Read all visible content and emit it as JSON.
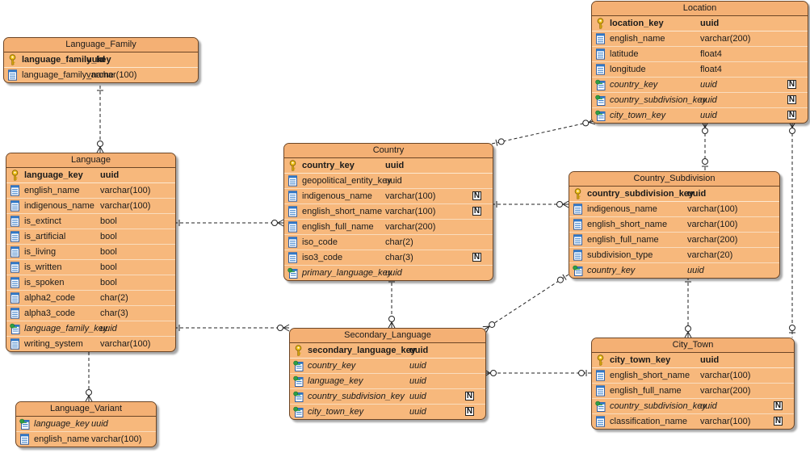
{
  "entities": {
    "language_family": {
      "title": "Language_Family",
      "columns": [
        {
          "name": "language_family_key",
          "type": "uuid",
          "kind": "pk",
          "icon": "key-icon"
        },
        {
          "name": "language_family_name",
          "type": "varchar(100)",
          "kind": "col",
          "icon": "column-icon"
        }
      ]
    },
    "language": {
      "title": "Language",
      "columns": [
        {
          "name": "language_key",
          "type": "uuid",
          "kind": "pk",
          "icon": "key-icon"
        },
        {
          "name": "english_name",
          "type": "varchar(100)",
          "kind": "col",
          "icon": "column-icon"
        },
        {
          "name": "indigenous_name",
          "type": "varchar(100)",
          "kind": "col",
          "icon": "column-icon"
        },
        {
          "name": "is_extinct",
          "type": "bool",
          "kind": "col",
          "icon": "column-icon"
        },
        {
          "name": "is_artificial",
          "type": "bool",
          "kind": "col",
          "icon": "column-icon"
        },
        {
          "name": "is_living",
          "type": "bool",
          "kind": "col",
          "icon": "column-icon"
        },
        {
          "name": "is_written",
          "type": "bool",
          "kind": "col",
          "icon": "column-icon"
        },
        {
          "name": "is_spoken",
          "type": "bool",
          "kind": "col",
          "icon": "column-icon"
        },
        {
          "name": "alpha2_code",
          "type": "char(2)",
          "kind": "col",
          "icon": "column-icon"
        },
        {
          "name": "alpha3_code",
          "type": "char(3)",
          "kind": "col",
          "icon": "column-icon"
        },
        {
          "name": "language_family_key",
          "type": "uuid",
          "kind": "fk",
          "icon": "foreign-key-icon"
        },
        {
          "name": "writing_system",
          "type": "varchar(100)",
          "kind": "col",
          "icon": "column-icon"
        }
      ]
    },
    "language_variant": {
      "title": "Language_Variant",
      "columns": [
        {
          "name": "language_key",
          "type": "uuid",
          "kind": "fk",
          "icon": "foreign-key-icon"
        },
        {
          "name": "english_name",
          "type": "varchar(100)",
          "kind": "col",
          "icon": "column-icon"
        }
      ]
    },
    "country": {
      "title": "Country",
      "columns": [
        {
          "name": "country_key",
          "type": "uuid",
          "kind": "pk",
          "icon": "key-icon"
        },
        {
          "name": "geopolitical_entity_key",
          "type": "uuid",
          "kind": "col",
          "icon": "column-icon"
        },
        {
          "name": "indigenous_name",
          "type": "varchar(100)",
          "kind": "col",
          "icon": "column-icon",
          "nullable": "N"
        },
        {
          "name": "english_short_name",
          "type": "varchar(100)",
          "kind": "col",
          "icon": "column-icon",
          "nullable": "N"
        },
        {
          "name": "english_full_name",
          "type": "varchar(200)",
          "kind": "col",
          "icon": "column-icon"
        },
        {
          "name": "iso_code",
          "type": "char(2)",
          "kind": "col",
          "icon": "column-icon"
        },
        {
          "name": "iso3_code",
          "type": "char(3)",
          "kind": "col",
          "icon": "column-icon",
          "nullable": "N"
        },
        {
          "name": "primary_language_key",
          "type": "uuid",
          "kind": "fk",
          "icon": "foreign-key-icon"
        }
      ]
    },
    "secondary_language": {
      "title": "Secondary_Language",
      "columns": [
        {
          "name": "secondary_language_key",
          "type": "uuid",
          "kind": "pk",
          "icon": "key-icon"
        },
        {
          "name": "country_key",
          "type": "uuid",
          "kind": "fk",
          "icon": "foreign-key-icon"
        },
        {
          "name": "language_key",
          "type": "uuid",
          "kind": "fk",
          "icon": "foreign-key-icon"
        },
        {
          "name": "country_subdivision_key",
          "type": "uuid",
          "kind": "fk",
          "icon": "foreign-key-icon",
          "nullable": "N"
        },
        {
          "name": "city_town_key",
          "type": "uuid",
          "kind": "fk",
          "icon": "foreign-key-icon",
          "nullable": "N"
        }
      ]
    },
    "location": {
      "title": "Location",
      "columns": [
        {
          "name": "location_key",
          "type": "uuid",
          "kind": "pk",
          "icon": "key-icon"
        },
        {
          "name": "english_name",
          "type": "varchar(200)",
          "kind": "col",
          "icon": "column-icon"
        },
        {
          "name": "latitude",
          "type": "float4",
          "kind": "col",
          "icon": "column-icon"
        },
        {
          "name": "longitude",
          "type": "float4",
          "kind": "col",
          "icon": "column-icon"
        },
        {
          "name": "country_key",
          "type": "uuid",
          "kind": "fk",
          "icon": "foreign-key-icon",
          "nullable": "N"
        },
        {
          "name": "country_subdivision_key",
          "type": "uuid",
          "kind": "fk",
          "icon": "foreign-key-icon",
          "nullable": "N"
        },
        {
          "name": "city_town_key",
          "type": "uuid",
          "kind": "fk",
          "icon": "foreign-key-icon",
          "nullable": "N"
        }
      ]
    },
    "country_subdivision": {
      "title": "Country_Subdivision",
      "columns": [
        {
          "name": "country_subdivision_key",
          "type": "uuid",
          "kind": "pk",
          "icon": "key-icon"
        },
        {
          "name": "indigenous_name",
          "type": "varchar(100)",
          "kind": "col",
          "icon": "column-icon"
        },
        {
          "name": "english_short_name",
          "type": "varchar(100)",
          "kind": "col",
          "icon": "column-icon"
        },
        {
          "name": "english_full_name",
          "type": "varchar(200)",
          "kind": "col",
          "icon": "column-icon"
        },
        {
          "name": "subdivision_type",
          "type": "varchar(20)",
          "kind": "col",
          "icon": "column-icon"
        },
        {
          "name": "country_key",
          "type": "uuid",
          "kind": "fk",
          "icon": "foreign-key-icon"
        }
      ]
    },
    "city_town": {
      "title": "City_Town",
      "columns": [
        {
          "name": "city_town_key",
          "type": "uuid",
          "kind": "pk",
          "icon": "key-icon"
        },
        {
          "name": "english_short_name",
          "type": "varchar(100)",
          "kind": "col",
          "icon": "column-icon"
        },
        {
          "name": "english_full_name",
          "type": "varchar(200)",
          "kind": "col",
          "icon": "column-icon"
        },
        {
          "name": "country_subdivision_key",
          "type": "uuid",
          "kind": "fk",
          "icon": "foreign-key-icon",
          "nullable": "N"
        },
        {
          "name": "classification_name",
          "type": "varchar(100)",
          "kind": "col",
          "icon": "column-icon",
          "nullable": "N"
        }
      ]
    }
  },
  "relationships": [
    {
      "from": "Language_Family",
      "to": "Language"
    },
    {
      "from": "Language",
      "to": "Language_Variant"
    },
    {
      "from": "Language",
      "to": "Country"
    },
    {
      "from": "Language",
      "to": "Secondary_Language"
    },
    {
      "from": "Country",
      "to": "Secondary_Language"
    },
    {
      "from": "Country_Subdivision",
      "to": "Country"
    },
    {
      "from": "Country_Subdivision",
      "to": "Secondary_Language"
    },
    {
      "from": "City_Town",
      "to": "Secondary_Language"
    },
    {
      "from": "Country",
      "to": "Location"
    },
    {
      "from": "Country_Subdivision",
      "to": "Location"
    },
    {
      "from": "City_Town",
      "to": "Location"
    },
    {
      "from": "Country_Subdivision",
      "to": "City_Town"
    }
  ],
  "colors": {
    "entity_fill": "#f7b87c",
    "entity_border": "#6b4526",
    "connector": "#222222"
  }
}
